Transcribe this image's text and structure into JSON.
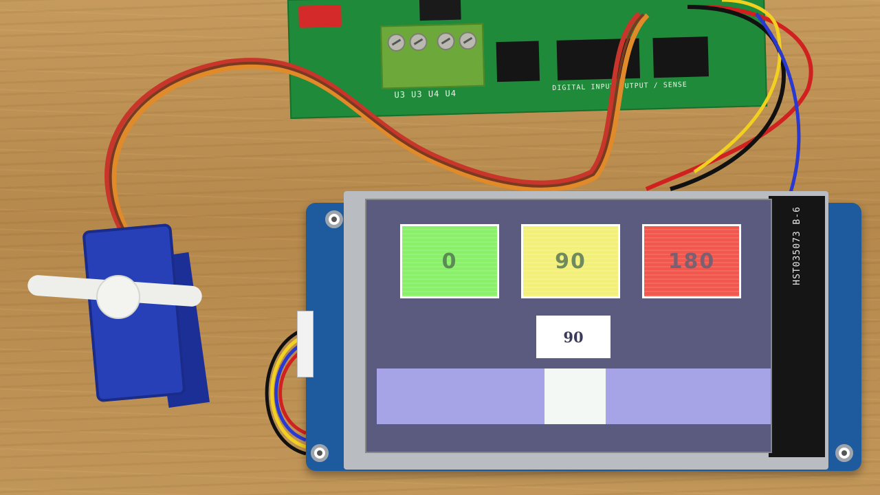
{
  "scene": {
    "description_colors": {
      "wood": "#b88a4e",
      "board": "#1f8a3a",
      "servo": "#2740b8",
      "module": "#1e5b9e"
    },
    "board": {
      "terminal_labels": "U3 U3 U4 U4",
      "silkscreen": "DIGITAL INPUT OUTPUT / SENSE"
    },
    "lcd_panel_label": "HST035073 B-6"
  },
  "display": {
    "background": "#5a5b7e",
    "buttons": [
      {
        "label": "0",
        "color": "#8af06a",
        "text_color": "#5b8a56"
      },
      {
        "label": "90",
        "color": "#f3f07a",
        "text_color": "#6f8a5c"
      },
      {
        "label": "180",
        "color": "#f2574d",
        "text_color": "#7a6070"
      }
    ],
    "current_value": "90",
    "slider": {
      "value": 90,
      "min": 0,
      "max": 180,
      "track_color": "#a6a4e6",
      "thumb_color": "#f4f8f4"
    }
  }
}
